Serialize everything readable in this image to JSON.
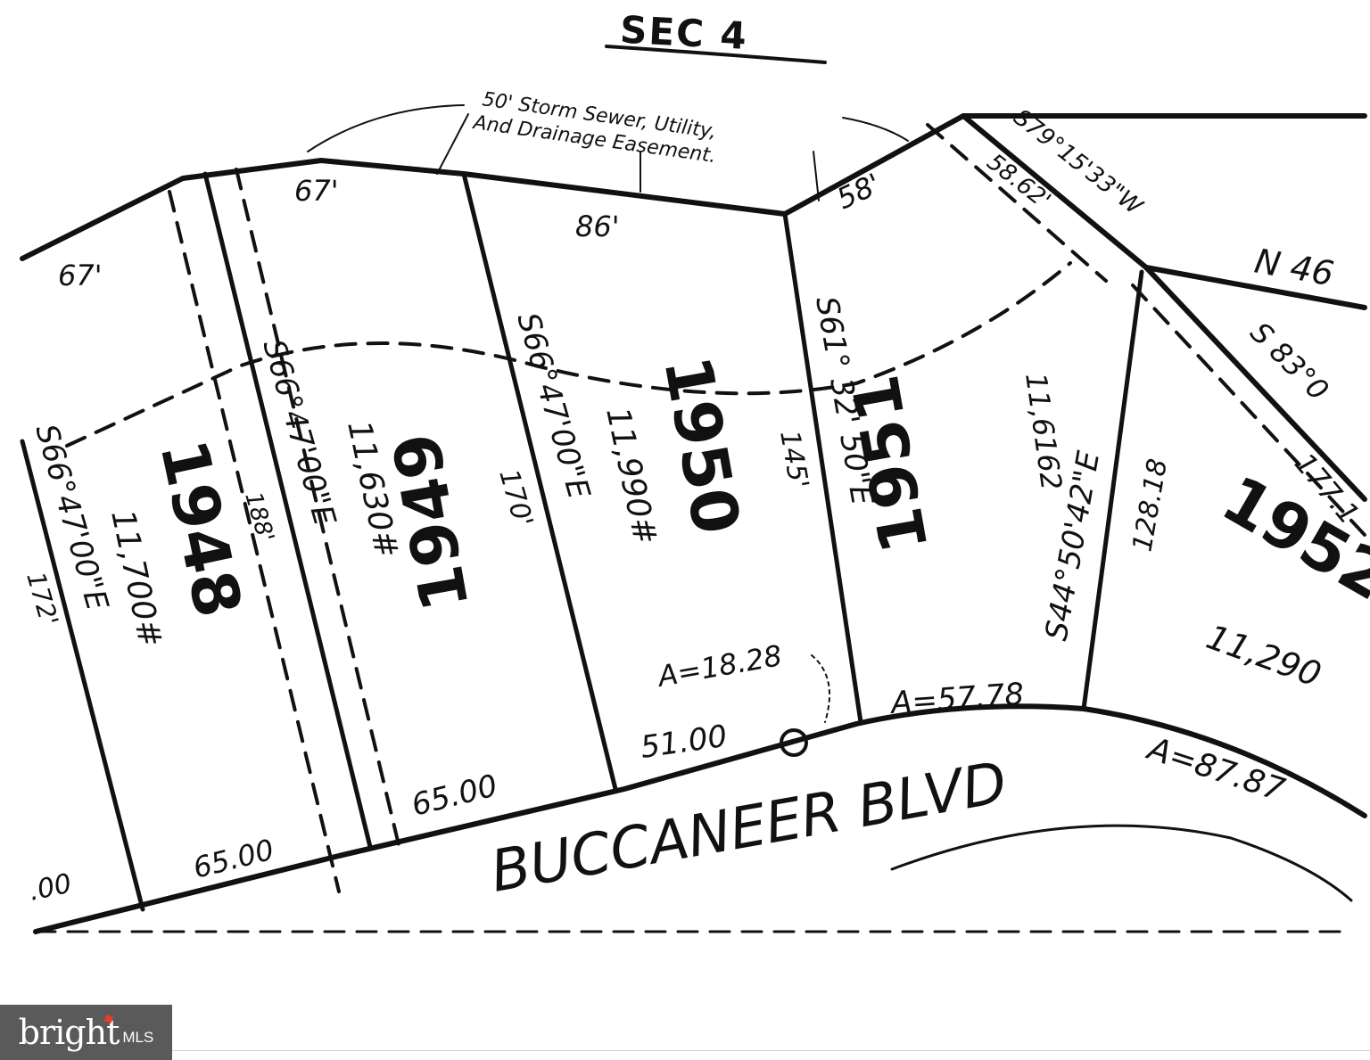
{
  "header": {
    "title": "SEC 4"
  },
  "easement": {
    "line1": "50' Storm Sewer, Utility,",
    "line2": "And Drainage Easement."
  },
  "road": {
    "name": "BUCCANEER BLVD"
  },
  "frontage": {
    "front_48": "65.00",
    "front_49": "65.00",
    "front_50": "51.00",
    "arc_a": "A=18.28",
    "arc_51": "A=57.78",
    "arc_52": "A=87.87",
    "front_left": ".00"
  },
  "rear": {
    "r_left": "67'",
    "r_48": "67'",
    "r_50": "86'",
    "r_51": "58'"
  },
  "bearings": {
    "b_left": "S66°47'00\"E",
    "b_48_49": "S66°47'00\"E",
    "b_49_50": "S66°47'00\"E",
    "b_50_51": "S61° 32' 50\"E",
    "b_51_52": "S44°50'42\"E",
    "b_top_a": "S79°15'33\"W",
    "b_top_b": "58.62'",
    "b_top_c": "N 46",
    "b_right": "S 83°0",
    "d_right": "177.1"
  },
  "depths": {
    "d_left": "172'",
    "d_48": "188'",
    "d_50": "170'",
    "d_51": "145'",
    "d_52": "128.18"
  },
  "lots": [
    {
      "number": "1948",
      "area": "11,700#"
    },
    {
      "number": "1949",
      "area": "11,630#"
    },
    {
      "number": "1950",
      "area": "11,990#"
    },
    {
      "number": "1951",
      "area": "11,6162"
    },
    {
      "number": "1952",
      "area": "11,290"
    }
  ],
  "logo": {
    "brand": "bright",
    "suffix": "MLS",
    "accent_color": "#e63b2e",
    "bg_color": "#5a5a5a"
  }
}
